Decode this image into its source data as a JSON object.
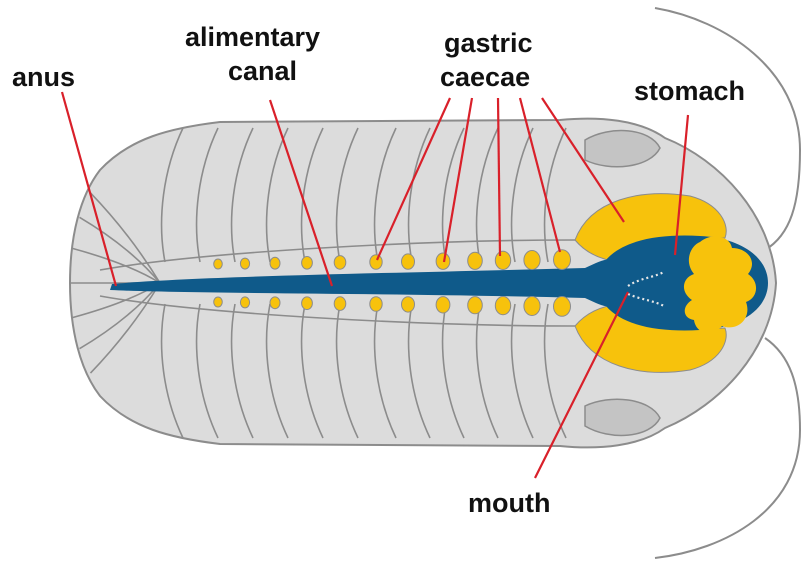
{
  "labels": {
    "anus": "anus",
    "alimentary_line1": "alimentary",
    "alimentary_line2": "canal",
    "gastric_line1": "gastric",
    "gastric_line2": "caecae",
    "stomach": "stomach",
    "mouth": "mouth"
  },
  "colors": {
    "body": "#dcdcdc",
    "outline": "#8c8c8c",
    "gut": "#0f5a8a",
    "caecae": "#f7c20c",
    "leader": "#d9202a",
    "text": "#111111"
  }
}
